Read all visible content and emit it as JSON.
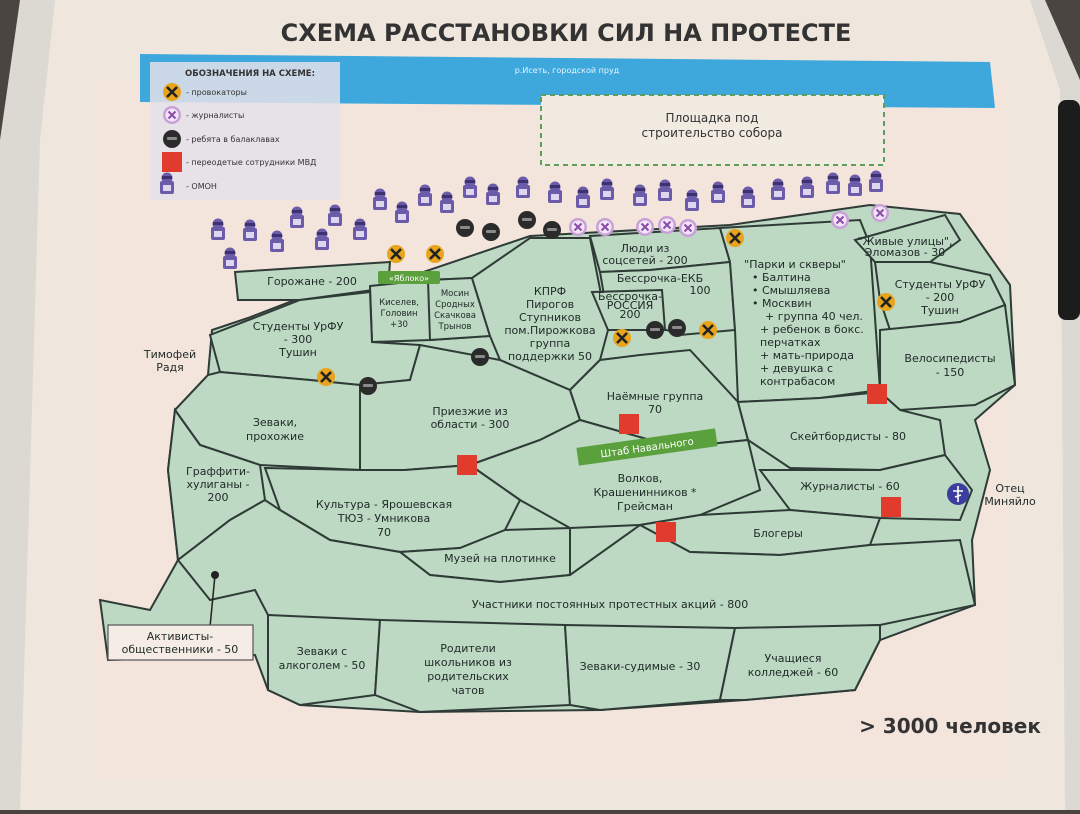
{
  "title": "СХЕМА РАССТАНОВКИ СИЛ НА ПРОТЕСТЕ",
  "river": "р.Исеть, городской пруд",
  "construction_site": "Площадка под строительство собора",
  "legend": {
    "heading": "ОБОЗНАЧЕНИЯ НА СХЕМЕ:",
    "items": [
      {
        "icon": "provocateur-icon",
        "label": "- провокаторы"
      },
      {
        "icon": "journalist-icon",
        "label": "- журналисты"
      },
      {
        "icon": "balaclava-icon",
        "label": "- ребята в балаклавах"
      },
      {
        "icon": "police-square-icon",
        "label": "- переодетые сотрудники МВД"
      },
      {
        "icon": "omon-icon",
        "label": "- ОМОН"
      }
    ]
  },
  "zones": {
    "gorozhane": "Горожане - 200",
    "yabloko_badge": "«Яблоко»",
    "kiselev": [
      "Киселев,",
      "Головин",
      "+30"
    ],
    "mosin": [
      "Мосин",
      "Сродных",
      "Скачкова",
      "Трынов"
    ],
    "kprf": [
      "КПРФ",
      "Пирогов",
      "Ступников",
      "пом.Пирожкова",
      "группа",
      "поддержки 50"
    ],
    "people_social": [
      "Люди из",
      "соцсетей - 200"
    ],
    "bessrochka_ekb": [
      "Бессрочка-ЕКБ",
      "100"
    ],
    "bessrochka_russia": [
      "Бессрочка-",
      "РОССИЯ",
      "200"
    ],
    "parks": [
      "\"Парки и скверы\"",
      "• Балтина",
      "• Смышляева",
      "• Москвин",
      "+ группа 40 чел.",
      "+ ребенок в бокс.",
      "перчатках",
      "+ мать-природа",
      "+ девушка с",
      "контрабасом"
    ],
    "living_streets": [
      "\"Живые улицы\",",
      "Эломазов - 30"
    ],
    "students_right": [
      "Студенты УрФУ",
      "- 200",
      "Тушин"
    ],
    "students_left": [
      "Студенты УрФУ",
      "- 300",
      "Тушин"
    ],
    "cyclists": [
      "Велосипедисты",
      "- 150"
    ],
    "timofey": [
      "Тимофей",
      "Радя"
    ],
    "zevaki": [
      "Зеваки,",
      "прохожие"
    ],
    "visitors": [
      "Приезжие из",
      "области - 300"
    ],
    "hired": [
      "Наёмные группа",
      "70"
    ],
    "skateboarders": "Скейтбордисты - 80",
    "navalny_hq": "Штаб Навального",
    "volkov": [
      "Волков,",
      "Крашенинников *",
      "Грейсман"
    ],
    "graffiti": [
      "Граффити-",
      "хулиганы -",
      "200"
    ],
    "culture": [
      "Культура - Ярошевская",
      "ТЮЗ - Умникова",
      "70"
    ],
    "museum": "Музей на плотинке",
    "journalists": "Журналисты - 60",
    "bloggers": "Блогеры",
    "father": [
      "Отец",
      "Миняйло"
    ],
    "permanent": "Участники постоянных протестных акций - 800",
    "activists": [
      "Активисты-",
      "общественники - 50"
    ],
    "zevaki_alco": [
      "Зеваки с",
      "алкоголем - 50"
    ],
    "parents": [
      "Родители",
      "школьников из",
      "родительских",
      "чатов"
    ],
    "zevaki_convicted": "Зеваки-судимые - 30",
    "college": [
      "Учащиеся",
      "колледжей - 60"
    ]
  },
  "total": "> 3000 человек",
  "colors": {
    "zone_fill": "#bdd8c3",
    "river_blue": "#3ea8dc",
    "provocateur": "#e8a41c",
    "journalist": "#c9a0d8",
    "balaclava": "#2b2b2b",
    "police": "#e03b2c",
    "omon": "#6b5ba8",
    "hq_green": "#5aa03c"
  }
}
